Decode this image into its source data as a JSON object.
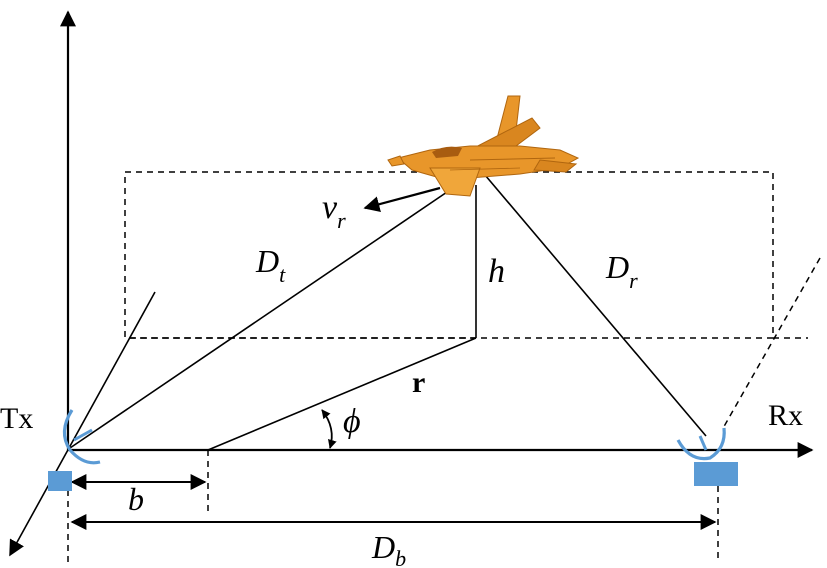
{
  "labels": {
    "tx": "Tx",
    "rx": "Rx",
    "vr_main": "v",
    "vr_sub": "r",
    "dt_main": "D",
    "dt_sub": "t",
    "dr_main": "D",
    "dr_sub": "r",
    "h": "h",
    "r": "r",
    "phi": "ϕ",
    "b": "b",
    "db_main": "D",
    "db_sub": "b"
  },
  "colors": {
    "antenna": "#5b9bd5",
    "aircraft": "#e8962a",
    "aircraft_dark": "#b0660f",
    "line": "#000000"
  },
  "icons": {
    "aircraft": "fighter-jet-icon",
    "tx_antenna": "antenna-dish-icon",
    "rx_antenna": "antenna-dish-icon"
  }
}
